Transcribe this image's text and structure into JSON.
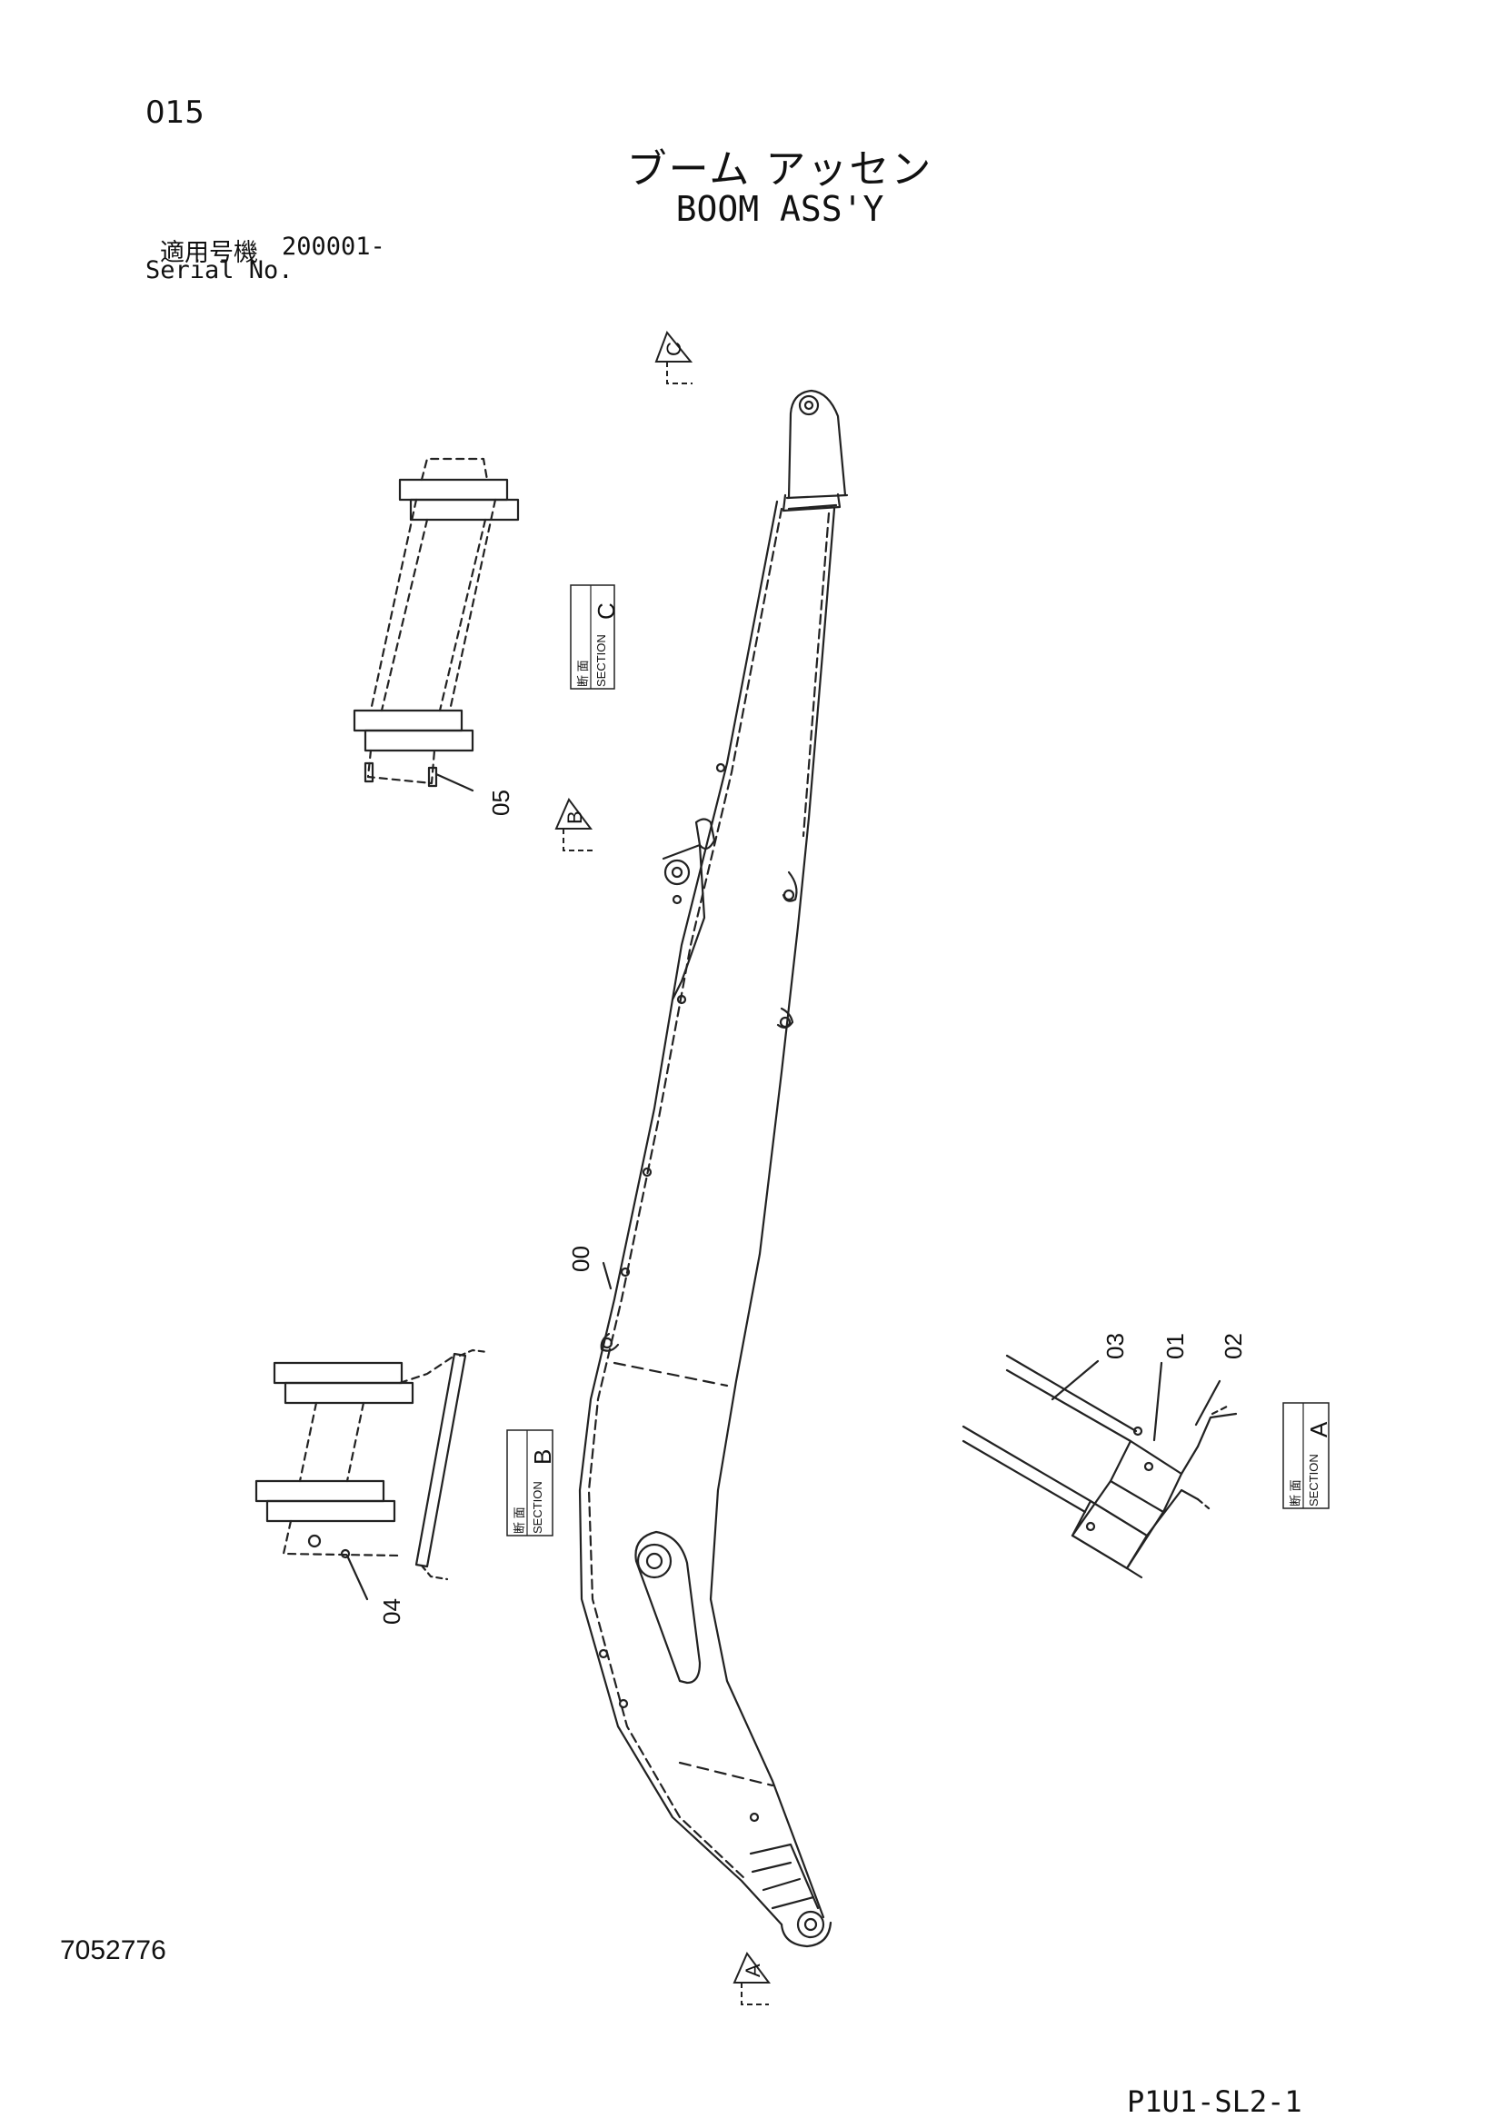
{
  "header": {
    "page_number": "015",
    "title_jp": "ブーム アッセン",
    "title_en": "BOOM ASS'Y"
  },
  "serial": {
    "label_jp": "適用号機",
    "number": "200001-",
    "label_en": "Serial No."
  },
  "callouts": {
    "part_00": "00",
    "part_01": "01",
    "part_02": "02",
    "part_03": "03",
    "part_04": "04",
    "part_05": "05"
  },
  "section_markers": {
    "a": "A",
    "b": "B",
    "c": "C"
  },
  "section_labels": {
    "jp": "断 面",
    "en": "SECTION",
    "a": "A",
    "b": "B",
    "c": "C"
  },
  "footer": {
    "drawing_number": "7052776",
    "sheet_code": "P1U1-SL2-1"
  }
}
